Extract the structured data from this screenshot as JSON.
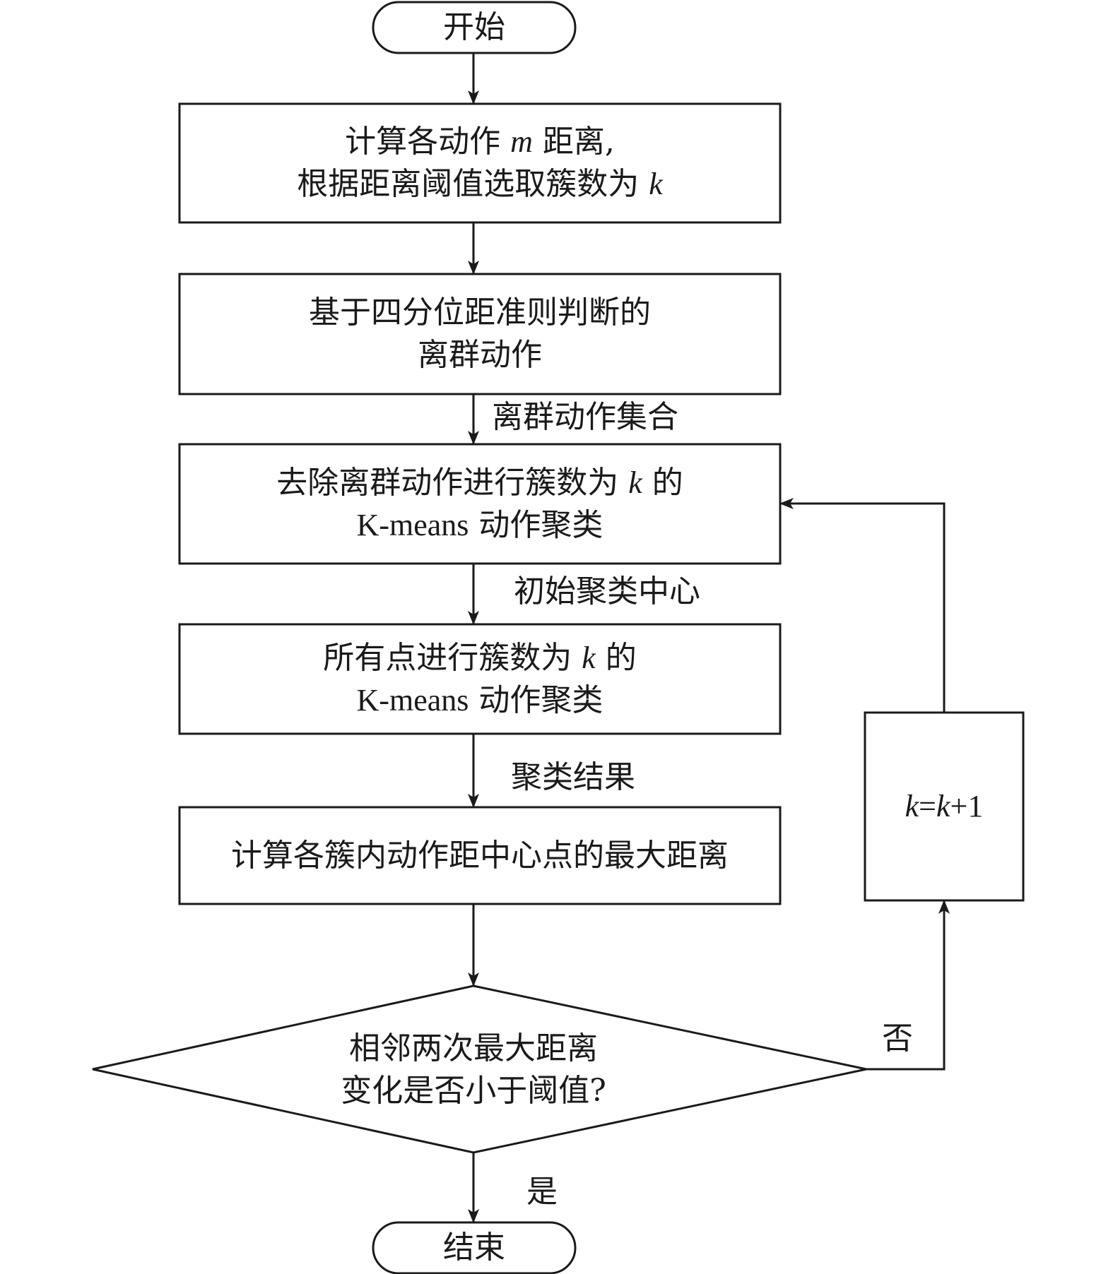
{
  "nodes": {
    "start": "开始",
    "step1": {
      "line1_a": "计算各动作",
      "line1_var": "m",
      "line1_b": "距离,",
      "line2_a": "根据距离阈值选取簇数为",
      "line2_var": "k"
    },
    "step2": {
      "line1": "基于四分位距准则判断的",
      "line2": "离群动作"
    },
    "step3": {
      "line1_a": "去除离群动作进行簇数为",
      "line1_var": "k",
      "line1_b": "的",
      "line2_a": "K-means",
      "line2_b": "动作聚类"
    },
    "step4": {
      "line1_a": "所有点进行簇数为",
      "line1_var": "k",
      "line1_b": "的",
      "line2_a": "K-means",
      "line2_b": "动作聚类"
    },
    "step5": "计算各簇内动作距中心点的最大距离",
    "decision": {
      "line1": "相邻两次最大距离",
      "line2": "变化是否小于阈值?"
    },
    "increment": {
      "var1": "k",
      "eq": "=",
      "var2": "k",
      "plus": "+1"
    },
    "end": "结束"
  },
  "edges": {
    "outliers_set": "离群动作集合",
    "initial_centers": "初始聚类中心",
    "cluster_result": "聚类结果",
    "no": "否",
    "yes": "是"
  }
}
